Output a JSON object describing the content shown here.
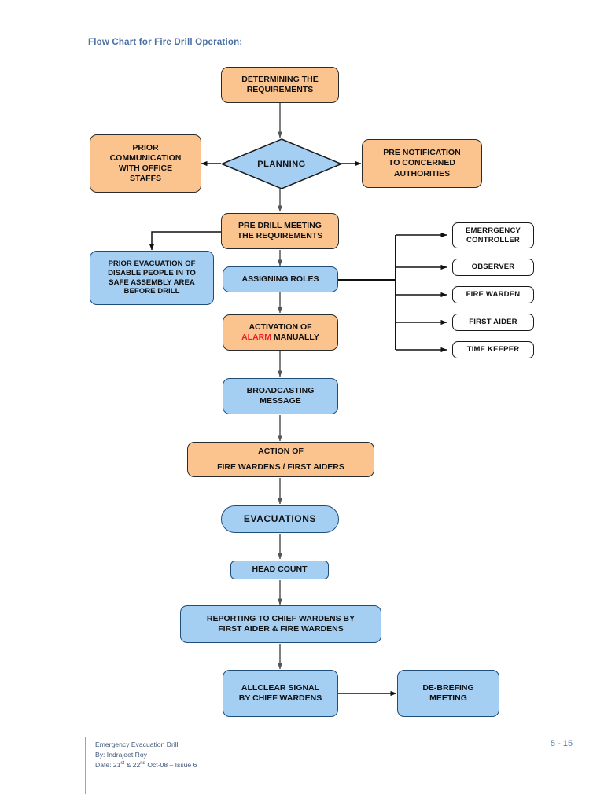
{
  "page": {
    "title": "Flow Chart for Fire Drill Operation:",
    "page_number": "5 - 15"
  },
  "colors": {
    "orange_fill": "#FBC48F",
    "blue_fill": "#A4CEF2",
    "white_fill": "#FFFFFF",
    "title_blue": "#4A6FA5",
    "alarm_red": "#EE1C25",
    "connector": "#555555",
    "footer_blue": "#3F5579"
  },
  "nodes": {
    "determining": {
      "line1": "DETERMINING THE",
      "line2": "REQUIREMENTS",
      "shape": "rounded-rect",
      "fill": "orange"
    },
    "planning": {
      "label": "PLANNING",
      "shape": "diamond",
      "fill": "blue"
    },
    "prior_communication": {
      "line1": "PRIOR",
      "line2": "COMMUNICATION",
      "line3": "WITH OFFICE",
      "line4": "STAFFS",
      "shape": "rounded-rect",
      "fill": "orange"
    },
    "pre_notification": {
      "line1": "PRE NOTIFICATION",
      "line2": "TO CONCERNED",
      "line3": "AUTHORITIES",
      "shape": "rounded-rect",
      "fill": "orange"
    },
    "pre_drill_meeting": {
      "line1": "PRE DRILL MEETING",
      "line2": "THE REQUIREMENTS",
      "shape": "rounded-rect",
      "fill": "orange"
    },
    "prior_evacuation": {
      "line1": "PRIOR EVACUATION OF",
      "line2": "DISABLE PEOPLE IN TO",
      "line3": "SAFE ASSEMBLY AREA",
      "line4": "BEFORE DRILL",
      "shape": "rounded-rect",
      "fill": "blue"
    },
    "assigning_roles": {
      "label": "ASSIGNING ROLES",
      "shape": "rounded-rect",
      "fill": "blue"
    },
    "activation": {
      "line1": "ACTIVATION OF",
      "alarm_word": "ALARM",
      "line2_rest": " MANUALLY",
      "shape": "rounded-rect",
      "fill": "orange"
    },
    "broadcasting": {
      "line1": "BROADCASTING",
      "line2": "MESSAGE",
      "shape": "rounded-rect",
      "fill": "blue"
    },
    "action_of": {
      "line1": "ACTION OF",
      "line2": "FIRE WARDENS / FIRST AIDERS",
      "shape": "rounded-rect",
      "fill": "orange"
    },
    "evacuations": {
      "label": "EVACUATIONS",
      "shape": "pill",
      "fill": "blue"
    },
    "head_count": {
      "label": "HEAD COUNT",
      "shape": "rounded-rect",
      "fill": "blue"
    },
    "reporting": {
      "line1": "REPORTING TO CHIEF WARDENS BY",
      "line2": "FIRST AIDER & FIRE WARDENS",
      "shape": "rounded-rect",
      "fill": "blue"
    },
    "allclear": {
      "line1": "ALLCLEAR SIGNAL",
      "line2": "BY CHIEF WARDENS",
      "shape": "rounded-rect",
      "fill": "blue"
    },
    "debriefing": {
      "line1": "DE-BREFING",
      "line2": "MEETING",
      "shape": "rounded-rect",
      "fill": "blue"
    }
  },
  "roles": [
    {
      "line1": "EMERRGENCY",
      "line2": "CONTROLLER"
    },
    {
      "line1": "OBSERVER",
      "line2": ""
    },
    {
      "line1": "FIRE WARDEN",
      "line2": ""
    },
    {
      "line1": "FIRST AIDER",
      "line2": ""
    },
    {
      "line1": "TIME KEEPER",
      "line2": ""
    }
  ],
  "footer": {
    "line1": "Emergency Evacuation Drill",
    "line2": "By: Indrajeet Roy",
    "date_prefix": "Date: 21",
    "date_sup1": "st",
    "date_mid": " & 22",
    "date_sup2": "nd",
    "date_suffix": " Oct-08 – Issue 6"
  }
}
